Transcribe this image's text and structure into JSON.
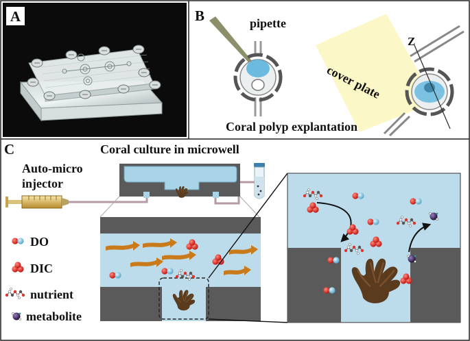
{
  "panels": {
    "a": {
      "label": "A"
    },
    "b": {
      "label": "B",
      "pipette": "pipette",
      "cover_plate": "cover plate",
      "axis": "Z",
      "caption": "Coral polyp explantation"
    },
    "c": {
      "label": "C",
      "title": "Coral culture in microwell",
      "injector_line1": "Auto-micro",
      "injector_line2": "injector"
    }
  },
  "legend": [
    {
      "key": "do",
      "label": "DO"
    },
    {
      "key": "dic",
      "label": "DIC"
    },
    {
      "key": "nutrient",
      "label": "nutrient"
    },
    {
      "key": "metabolite",
      "label": "metabolite"
    }
  ],
  "colors": {
    "water": "#bcdceb",
    "channel": "#a9d4e8",
    "chip_gray": "#5a5a5a",
    "dic_red": "#e0342b",
    "do_blue": "#6fb8d6",
    "flow_arrow": "#c97a1a",
    "coral": "#5a3b1e",
    "cover_plate": "#fbf7c6",
    "pipette": "#8c8f6a",
    "metabolite": "#3b2457"
  }
}
